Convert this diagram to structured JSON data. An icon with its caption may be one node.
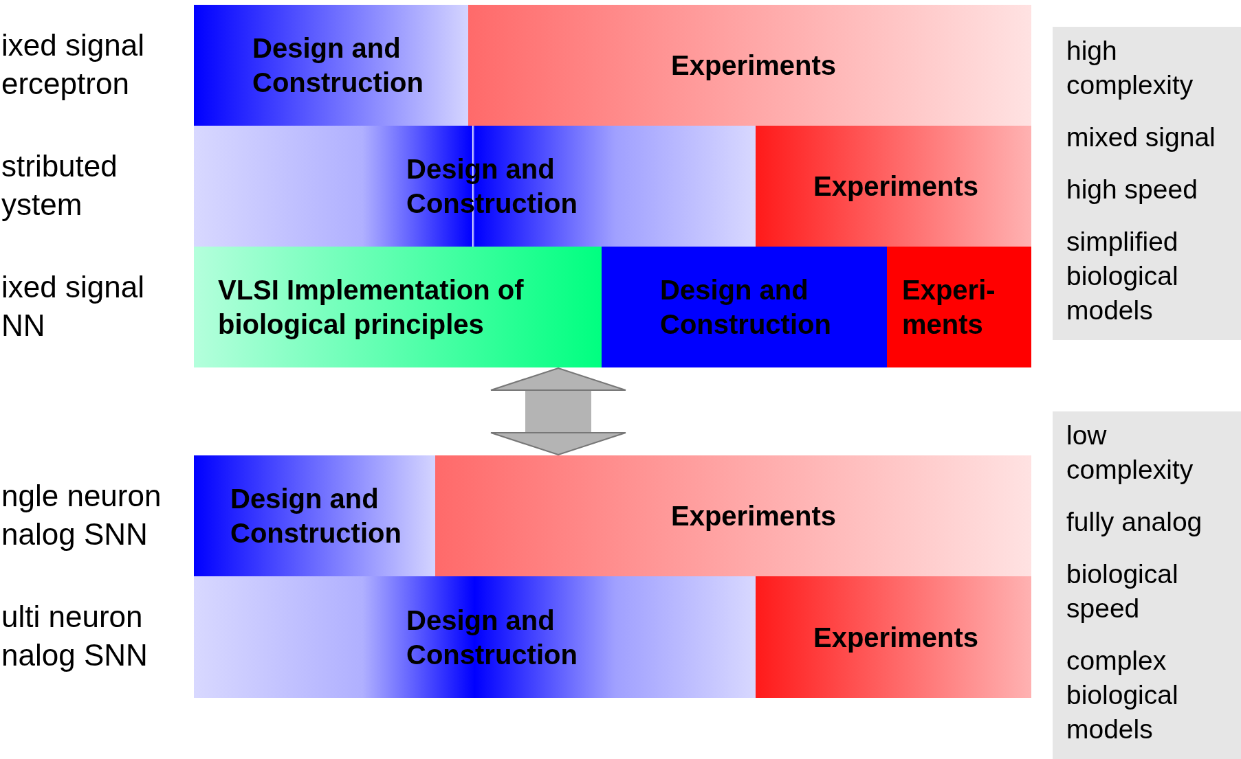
{
  "diagram": {
    "nodes": [
      {
        "text": [
          "Design and Construction"
        ]
      },
      {
        "text": [
          "Experiments"
        ]
      },
      {
        "text": [
          "Design and Construction"
        ]
      },
      {
        "text": [
          "Experiments"
        ]
      },
      {
        "text": [
          "VLSI Implementation of biological principles"
        ]
      },
      {
        "text": [
          "Design and Construction"
        ]
      },
      {
        "text": [
          "Experi- ments"
        ]
      },
      {
        "text": [
          "Design and Construction"
        ]
      },
      {
        "text": [
          "Experiments"
        ]
      },
      {
        "text": [
          "Design and Construction"
        ]
      },
      {
        "text": [
          "Experiments"
        ]
      },
      {
        "text": [
          "high complexity",
          "mixed signal",
          "high speed",
          "simplified biological models"
        ]
      },
      {
        "text": [
          "low complexity",
          "fully analog",
          "biological speed",
          "complex biological models"
        ]
      }
    ],
    "edges": [
      {
        "from": 4,
        "to": 8,
        "arrow": "both"
      }
    ],
    "labels": [
      "ixed signal erceptron",
      "stributed ystem",
      "ixed signal NN",
      "ngle neuron nalog SNN",
      "ulti neuron nalog SNN"
    ]
  }
}
